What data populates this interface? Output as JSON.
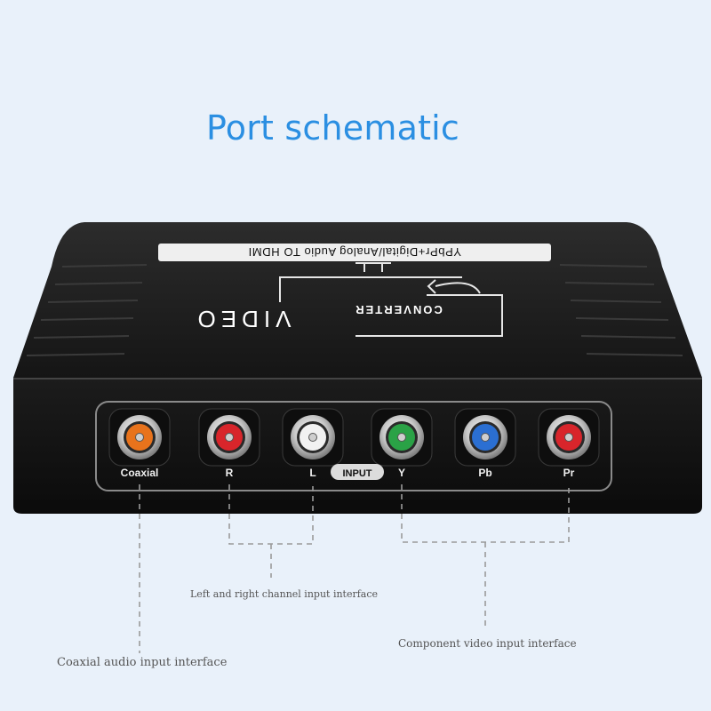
{
  "title": "Port schematic",
  "device": {
    "top_label": "YPbPr+Digital/Analog Audio TO HDMI",
    "brand_line1": "VIDEO",
    "brand_line2": "CONVERTER",
    "input_label": "INPUT"
  },
  "ports": [
    {
      "label": "Coaxial",
      "color": "#e8731c"
    },
    {
      "label": "R",
      "color": "#d8252b"
    },
    {
      "label": "L",
      "color": "#f2f2f2"
    },
    {
      "label": "Y",
      "color": "#2aa246"
    },
    {
      "label": "Pb",
      "color": "#2b6fd2"
    },
    {
      "label": "Pr",
      "color": "#d8252b"
    }
  ],
  "captions": {
    "left_right": "Left and right channel input interface",
    "component": "Component video input interface",
    "coaxial": "Coaxial audio input interface"
  }
}
